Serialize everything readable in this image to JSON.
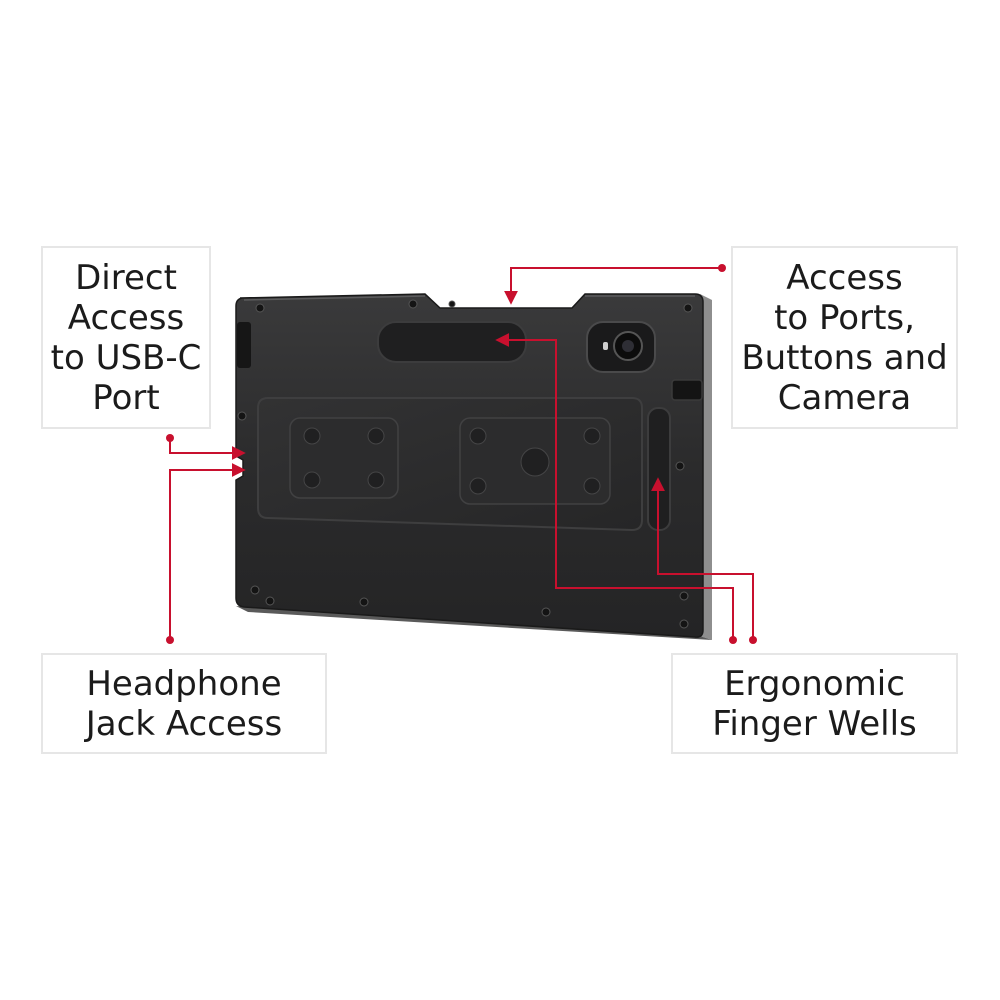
{
  "colors": {
    "accent": "#c8102e",
    "case_body": "#2b2b2c",
    "case_edge": "#9a9a9a",
    "callout_border": "#e6e6e6",
    "text": "#1b1b1b"
  },
  "callouts": {
    "usb": "Direct\nAccess\nto USB-C\nPort",
    "ports": "Access\nto Ports,\nButtons and\nCamera",
    "headphone": "Headphone\nJack Access",
    "finger": "Ergonomic\nFinger Wells"
  },
  "icons": [
    "camera-lens-icon",
    "side-button-icon",
    "screw-icon"
  ]
}
